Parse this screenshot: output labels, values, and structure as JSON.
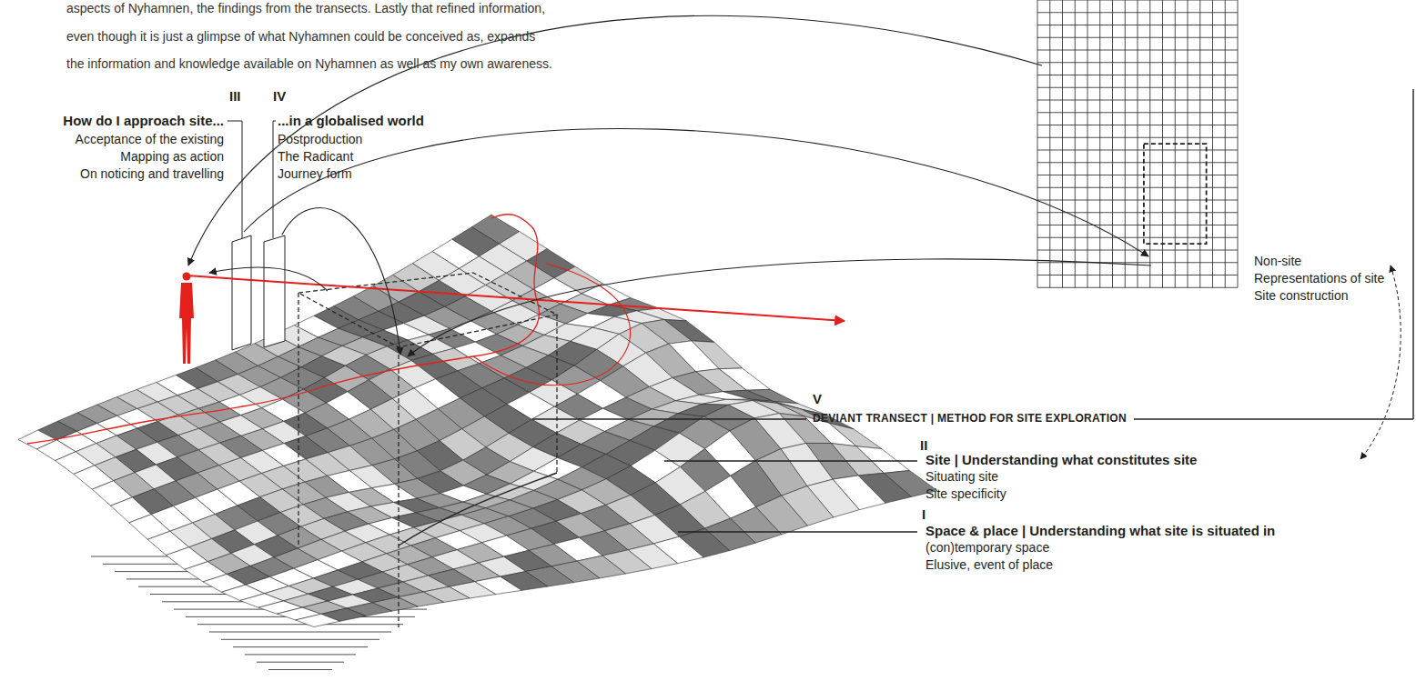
{
  "diagram": {
    "labels": [
      "aspects of Nyhamnen, the findings from the transects. Lastly that refined information,",
      "even though it is just a glimpse of what Nyhamnen could be conceived as, expands",
      "the information and knowledge available on Nyhamnen as well as my own awareness.",
      "III",
      "How do I approach site...",
      "Acceptance of the existing",
      "Mapping as action",
      "On noticing and travelling",
      "IV",
      "...in a globalised world",
      "Postproduction",
      "The Radicant",
      "Journey form",
      "V",
      "DEVIANT TRANSECT | METHOD FOR SITE EXPLORATION",
      "II",
      "Site | Understanding what constitutes site",
      "Situating site",
      "Site specificity",
      "I",
      "Space & place | Understanding what site is situated in",
      "(con)temporary space",
      "Elusive, event of place",
      "Non-site",
      "Representations of site",
      "Site construction"
    ]
  }
}
